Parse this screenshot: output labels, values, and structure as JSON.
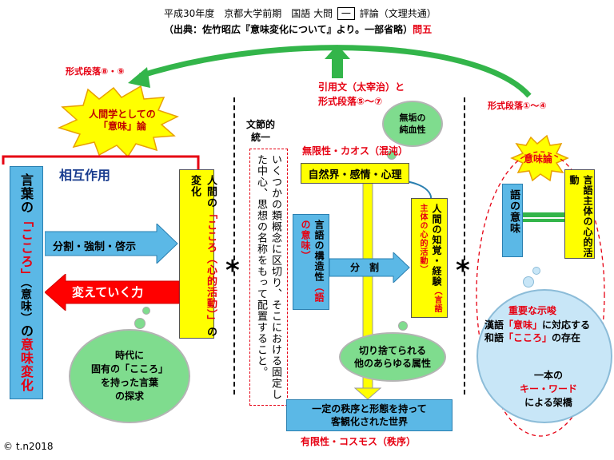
{
  "header": {
    "line1_pre": "平成30年度　京都大学前期　国語 大問",
    "line1_num": "一",
    "line1_post": "評論（文理共通）",
    "line2_main": "（出典：佐竹昭広『意味変化について』より。一部省略）",
    "line2_q": "問五"
  },
  "left": {
    "para_label": "形式段落⑧・⑨",
    "burst": "人間学としての「意味」論",
    "burst_a": "人間学としての",
    "burst_b": "「意味」論",
    "sogo": "相互作用",
    "blue_a": "言葉の",
    "blue_b": "「こころ」",
    "blue_c": "（意味）",
    "blue_d": "の",
    "blue_e": "意味変化",
    "yellow_a": "人間の",
    "yellow_b": "「こころ（心的活動）」",
    "yellow_c": "の変化",
    "arrow_right": "分割・強制・啓示",
    "arrow_left": "変えていく力",
    "cloud_1": "時代に",
    "cloud_2": "固有の「こころ」",
    "cloud_3": "を持った言葉",
    "cloud_4": "の探求"
  },
  "middle": {
    "bunsetsu_1": "文節的",
    "bunsetsu_2": "統一",
    "vertical_text": "いくつかの類概念に区切り、そこにおける固定した中心、思想の名称をもって配置すること。",
    "quote_1": "引用文（太宰治）と",
    "quote_2": "形式段落⑤～⑦",
    "cloud_pure_1": "無垢の",
    "cloud_pure_2": "純血性",
    "mugen": "無限性・カオス（混沌）",
    "nature": "自然界・感情・心理",
    "struct_a": "言語の構造性",
    "struct_b": "（語の意味）",
    "bunkatsu": "分　割",
    "human_a": "人間の知覚・経験",
    "human_b": "（言語主体の心的活動）",
    "cloud_cut_1": "切り捨てられる",
    "cloud_cut_2": "他のあらゆる属性",
    "order_1": "一定の秩序と形態を持って",
    "order_2": "客観化された世界",
    "yugen": "有限性・コスモス（秩序）"
  },
  "right": {
    "para_label": "形式段落①～④",
    "burst": "意味論",
    "go_imi": "語の意味",
    "gengo_shutai": "言語主体の心的活動",
    "hint_title": "重要な示唆",
    "hint_1a": "漢語",
    "hint_1b": "「意味」",
    "hint_1c": "に対応する",
    "hint_2a": "和語",
    "hint_2b": "「こころ」",
    "hint_2c": "の存在",
    "bridge_1": "一本の",
    "bridge_2": "キー・ワード",
    "bridge_3": "による架橋"
  },
  "copyright": "© t.n2018",
  "colors": {
    "blue": "#5bb8e6",
    "yellow": "#ffff00",
    "red": "#e60012",
    "green": "#33b54a",
    "cloud": "#7fdc8e"
  }
}
